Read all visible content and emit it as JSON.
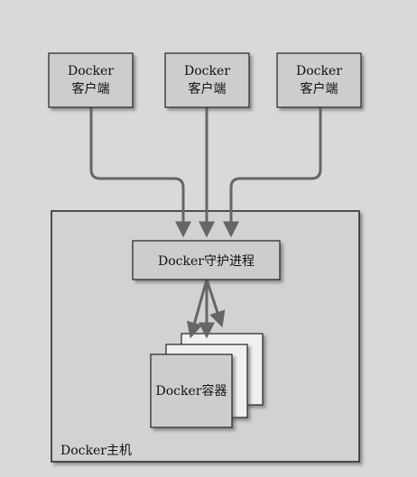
{
  "clients": [
    {
      "line1": "Docker",
      "line2": "客户端"
    },
    {
      "line1": "Docker",
      "line2": "客户端"
    },
    {
      "line1": "Docker",
      "line2": "客户端"
    }
  ],
  "daemon": {
    "label": "Docker守护进程"
  },
  "container": {
    "label": "Docker容器"
  },
  "host": {
    "label": "Docker主机"
  },
  "colors": {
    "background": "#d9d9d9",
    "host_fill": "#d2d2d2",
    "box_fill": "#cdcdcd",
    "border": "#222222",
    "arrow": "#666666"
  }
}
